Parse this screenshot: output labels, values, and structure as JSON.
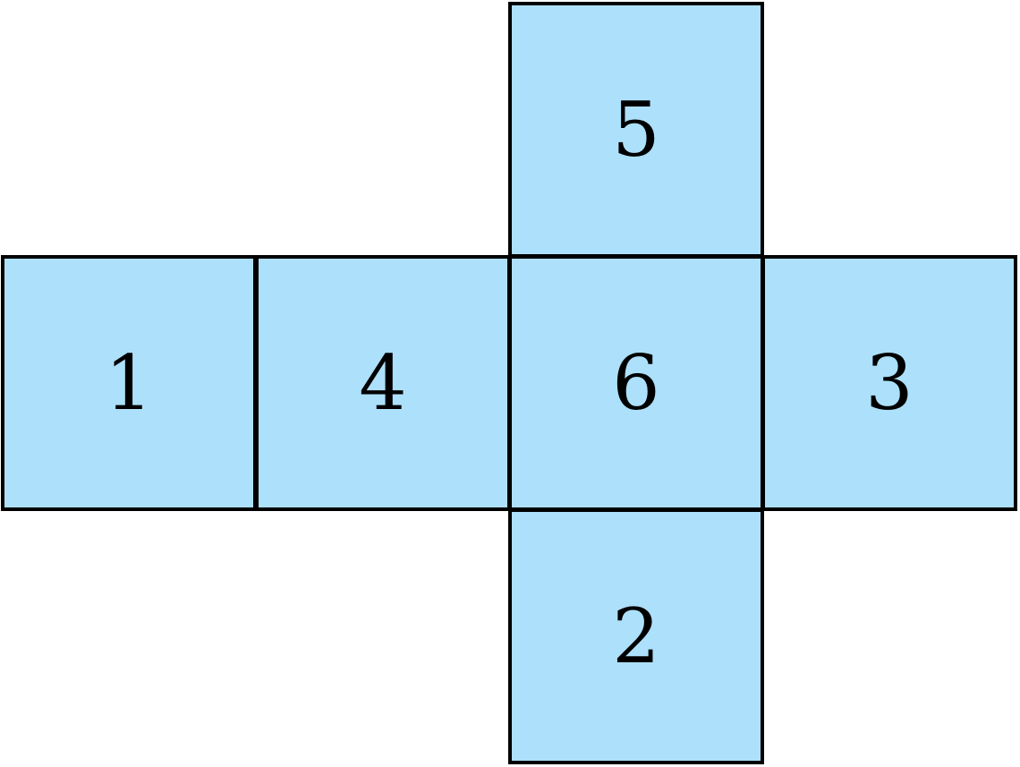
{
  "net": {
    "fill_color": "#ade0fa",
    "stroke_color": "#000000",
    "faces": {
      "top": "5",
      "row": [
        "1",
        "4",
        "6",
        "3"
      ],
      "bottom": "2"
    }
  }
}
